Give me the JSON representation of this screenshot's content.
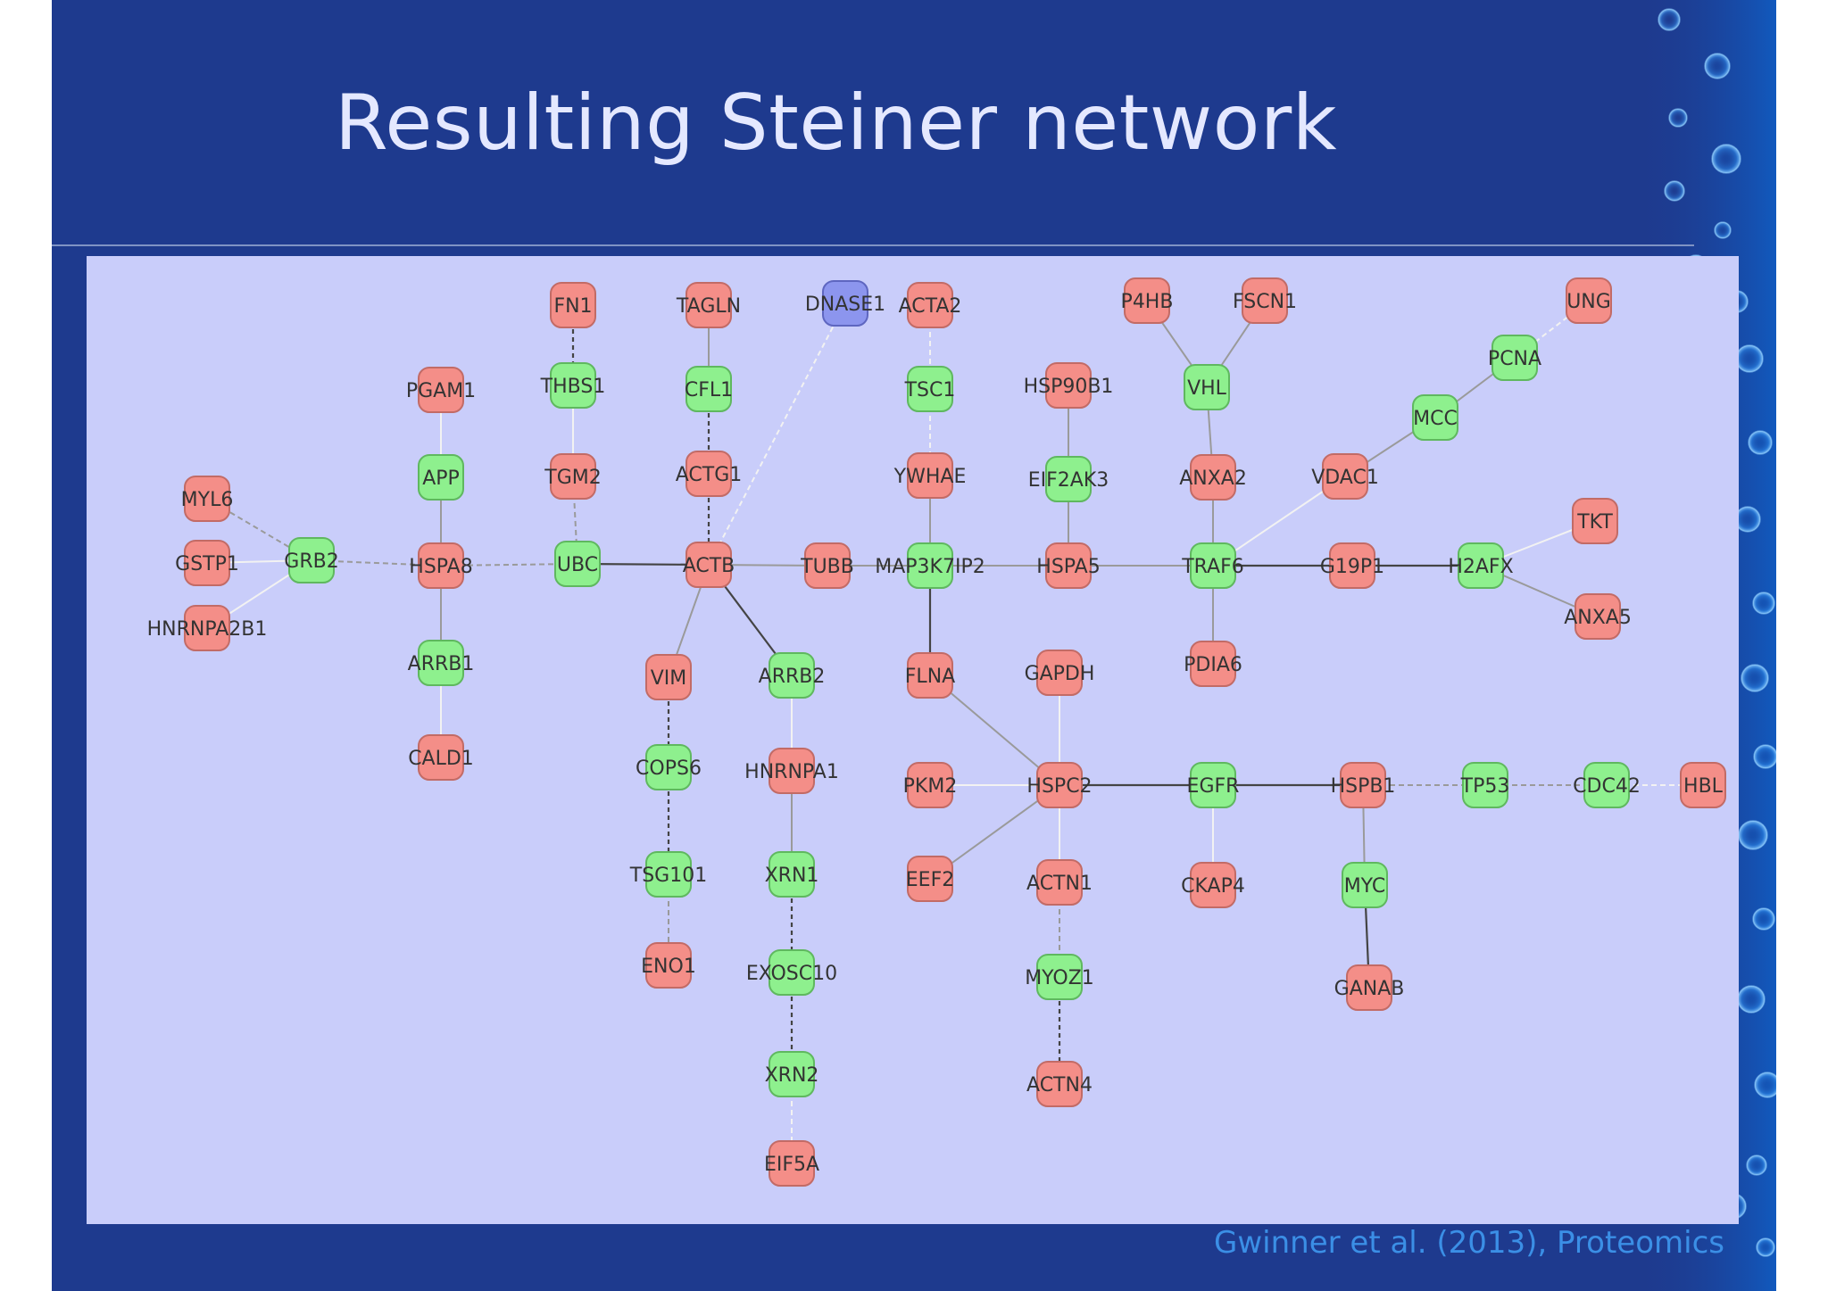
{
  "slide": {
    "title": "Resulting Steiner network",
    "citation": "Gwinner et al. (2013), Proteomics"
  },
  "colors": {
    "background": "#1e3a8e",
    "panel": "#c9cdfa",
    "title_text": "#e4e8ff",
    "citation_text": "#3b8fe6",
    "node_red_fill": "#f48e88",
    "node_red_stroke": "#c26b66",
    "node_green_fill": "#8ef08e",
    "node_green_stroke": "#5fb85f",
    "node_blue_fill": "#8c95ee",
    "node_blue_stroke": "#5e66c0",
    "edge_dark": "#444444",
    "edge_gray": "#9a9a9a",
    "edge_light": "#f2f2f2"
  },
  "network": {
    "nodes": [
      {
        "id": "MYL6",
        "color": "red"
      },
      {
        "id": "GSTP1",
        "color": "red"
      },
      {
        "id": "HNRNPA2B1",
        "color": "red"
      },
      {
        "id": "GRB2",
        "color": "green"
      },
      {
        "id": "PGAM1",
        "color": "red"
      },
      {
        "id": "APP",
        "color": "green"
      },
      {
        "id": "HSPA8",
        "color": "red"
      },
      {
        "id": "ARRB1",
        "color": "green"
      },
      {
        "id": "CALD1",
        "color": "red"
      },
      {
        "id": "FN1",
        "color": "red"
      },
      {
        "id": "THBS1",
        "color": "green"
      },
      {
        "id": "TGM2",
        "color": "red"
      },
      {
        "id": "UBC",
        "color": "green"
      },
      {
        "id": "TAGLN",
        "color": "red"
      },
      {
        "id": "CFL1",
        "color": "green"
      },
      {
        "id": "ACTG1",
        "color": "red"
      },
      {
        "id": "ACTB",
        "color": "red"
      },
      {
        "id": "DNASE1",
        "color": "blue"
      },
      {
        "id": "VIM",
        "color": "red"
      },
      {
        "id": "COPS6",
        "color": "green"
      },
      {
        "id": "TSG101",
        "color": "green"
      },
      {
        "id": "ENO1",
        "color": "red"
      },
      {
        "id": "ARRB2",
        "color": "green"
      },
      {
        "id": "HNRNPA1",
        "color": "red"
      },
      {
        "id": "XRN1",
        "color": "green"
      },
      {
        "id": "EXOSC10",
        "color": "green"
      },
      {
        "id": "XRN2",
        "color": "green"
      },
      {
        "id": "EIF5A",
        "color": "red"
      },
      {
        "id": "TUBB",
        "color": "red"
      },
      {
        "id": "ACTA2",
        "color": "red"
      },
      {
        "id": "TSC1",
        "color": "green"
      },
      {
        "id": "YWHAE",
        "color": "red"
      },
      {
        "id": "MAP3K7IP2",
        "color": "green"
      },
      {
        "id": "FLNA",
        "color": "red"
      },
      {
        "id": "PKM2",
        "color": "red"
      },
      {
        "id": "EEF2",
        "color": "red"
      },
      {
        "id": "HSP90B1",
        "color": "red"
      },
      {
        "id": "EIF2AK3",
        "color": "green"
      },
      {
        "id": "HSPA5",
        "color": "red"
      },
      {
        "id": "GAPDH",
        "color": "red"
      },
      {
        "id": "HSPC2",
        "color": "red"
      },
      {
        "id": "ACTN1",
        "color": "red"
      },
      {
        "id": "MYOZ1",
        "color": "green"
      },
      {
        "id": "ACTN4",
        "color": "red"
      },
      {
        "id": "P4HB",
        "color": "red"
      },
      {
        "id": "FSCN1",
        "color": "red"
      },
      {
        "id": "VHL",
        "color": "green"
      },
      {
        "id": "ANXA2",
        "color": "red"
      },
      {
        "id": "TRAF6",
        "color": "green"
      },
      {
        "id": "PDIA6",
        "color": "red"
      },
      {
        "id": "EGFR",
        "color": "green"
      },
      {
        "id": "CKAP4",
        "color": "red"
      },
      {
        "id": "UNG",
        "color": "red"
      },
      {
        "id": "PCNA",
        "color": "green"
      },
      {
        "id": "MCC",
        "color": "green"
      },
      {
        "id": "VDAC1",
        "color": "red"
      },
      {
        "id": "G19P1",
        "color": "red"
      },
      {
        "id": "H2AFX",
        "color": "green"
      },
      {
        "id": "TKT",
        "color": "red"
      },
      {
        "id": "ANXA5",
        "color": "red"
      },
      {
        "id": "HSPB1",
        "color": "red"
      },
      {
        "id": "MYC",
        "color": "green"
      },
      {
        "id": "GANAB",
        "color": "red"
      },
      {
        "id": "TP53",
        "color": "green"
      },
      {
        "id": "CDC42",
        "color": "green"
      },
      {
        "id": "HBL",
        "color": "red"
      }
    ],
    "edges": [
      {
        "from": "MYL6",
        "to": "GRB2",
        "style": "dashed-gray"
      },
      {
        "from": "GSTP1",
        "to": "GRB2",
        "style": "light"
      },
      {
        "from": "HNRNPA2B1",
        "to": "GRB2",
        "style": "light"
      },
      {
        "from": "GRB2",
        "to": "HSPA8",
        "style": "dashed-gray"
      },
      {
        "from": "PGAM1",
        "to": "APP",
        "style": "light"
      },
      {
        "from": "APP",
        "to": "HSPA8",
        "style": "gray"
      },
      {
        "from": "HSPA8",
        "to": "ARRB1",
        "style": "gray"
      },
      {
        "from": "ARRB1",
        "to": "CALD1",
        "style": "light"
      },
      {
        "from": "HSPA8",
        "to": "UBC",
        "style": "dashed-gray"
      },
      {
        "from": "FN1",
        "to": "THBS1",
        "style": "dashed-dark"
      },
      {
        "from": "THBS1",
        "to": "TGM2",
        "style": "light"
      },
      {
        "from": "TGM2",
        "to": "UBC",
        "style": "dashed-gray"
      },
      {
        "from": "UBC",
        "to": "ACTB",
        "style": "dark"
      },
      {
        "from": "TAGLN",
        "to": "CFL1",
        "style": "gray"
      },
      {
        "from": "CFL1",
        "to": "ACTG1",
        "style": "dashed-dark"
      },
      {
        "from": "ACTG1",
        "to": "ACTB",
        "style": "dashed-dark"
      },
      {
        "from": "DNASE1",
        "to": "ACTB",
        "style": "dashed-light"
      },
      {
        "from": "ACTB",
        "to": "VIM",
        "style": "gray"
      },
      {
        "from": "ACTB",
        "to": "ARRB2",
        "style": "dark"
      },
      {
        "from": "ACTB",
        "to": "TUBB",
        "style": "gray"
      },
      {
        "from": "VIM",
        "to": "COPS6",
        "style": "dashed-dark"
      },
      {
        "from": "COPS6",
        "to": "TSG101",
        "style": "dashed-dark"
      },
      {
        "from": "TSG101",
        "to": "ENO1",
        "style": "dashed-gray"
      },
      {
        "from": "ARRB2",
        "to": "HNRNPA1",
        "style": "light"
      },
      {
        "from": "HNRNPA1",
        "to": "XRN1",
        "style": "gray"
      },
      {
        "from": "XRN1",
        "to": "EXOSC10",
        "style": "dashed-dark"
      },
      {
        "from": "EXOSC10",
        "to": "XRN2",
        "style": "dashed-dark"
      },
      {
        "from": "XRN2",
        "to": "EIF5A",
        "style": "dashed-light"
      },
      {
        "from": "TUBB",
        "to": "MAP3K7IP2",
        "style": "gray"
      },
      {
        "from": "ACTA2",
        "to": "TSC1",
        "style": "dashed-light"
      },
      {
        "from": "TSC1",
        "to": "YWHAE",
        "style": "dashed-light"
      },
      {
        "from": "YWHAE",
        "to": "MAP3K7IP2",
        "style": "gray"
      },
      {
        "from": "MAP3K7IP2",
        "to": "FLNA",
        "style": "dark"
      },
      {
        "from": "MAP3K7IP2",
        "to": "HSPA5",
        "style": "gray"
      },
      {
        "from": "FLNA",
        "to": "HSPC2",
        "style": "gray"
      },
      {
        "from": "HSP90B1",
        "to": "EIF2AK3",
        "style": "gray"
      },
      {
        "from": "EIF2AK3",
        "to": "HSPA5",
        "style": "gray"
      },
      {
        "from": "HSPA5",
        "to": "TRAF6",
        "style": "gray"
      },
      {
        "from": "GAPDH",
        "to": "HSPC2",
        "style": "light"
      },
      {
        "from": "PKM2",
        "to": "HSPC2",
        "style": "light"
      },
      {
        "from": "EEF2",
        "to": "HSPC2",
        "style": "gray"
      },
      {
        "from": "HSPC2",
        "to": "ACTN1",
        "style": "light"
      },
      {
        "from": "ACTN1",
        "to": "MYOZ1",
        "style": "dashed-gray"
      },
      {
        "from": "MYOZ1",
        "to": "ACTN4",
        "style": "dashed-dark"
      },
      {
        "from": "HSPC2",
        "to": "EGFR",
        "style": "dark"
      },
      {
        "from": "P4HB",
        "to": "VHL",
        "style": "gray"
      },
      {
        "from": "FSCN1",
        "to": "VHL",
        "style": "gray"
      },
      {
        "from": "VHL",
        "to": "ANXA2",
        "style": "gray"
      },
      {
        "from": "ANXA2",
        "to": "TRAF6",
        "style": "gray"
      },
      {
        "from": "TRAF6",
        "to": "PDIA6",
        "style": "gray"
      },
      {
        "from": "TRAF6",
        "to": "VDAC1",
        "style": "light"
      },
      {
        "from": "TRAF6",
        "to": "G19P1",
        "style": "dark"
      },
      {
        "from": "UNG",
        "to": "PCNA",
        "style": "dashed-light"
      },
      {
        "from": "PCNA",
        "to": "MCC",
        "style": "gray"
      },
      {
        "from": "MCC",
        "to": "VDAC1",
        "style": "gray"
      },
      {
        "from": "G19P1",
        "to": "H2AFX",
        "style": "dark"
      },
      {
        "from": "H2AFX",
        "to": "TKT",
        "style": "light"
      },
      {
        "from": "H2AFX",
        "to": "ANXA5",
        "style": "gray"
      },
      {
        "from": "EGFR",
        "to": "CKAP4",
        "style": "light"
      },
      {
        "from": "EGFR",
        "to": "HSPB1",
        "style": "dark"
      },
      {
        "from": "HSPB1",
        "to": "MYC",
        "style": "gray"
      },
      {
        "from": "MYC",
        "to": "GANAB",
        "style": "dark"
      },
      {
        "from": "HSPB1",
        "to": "TP53",
        "style": "dashed-gray"
      },
      {
        "from": "TP53",
        "to": "CDC42",
        "style": "dashed-gray"
      },
      {
        "from": "CDC42",
        "to": "HBL",
        "style": "dashed-light"
      }
    ]
  }
}
